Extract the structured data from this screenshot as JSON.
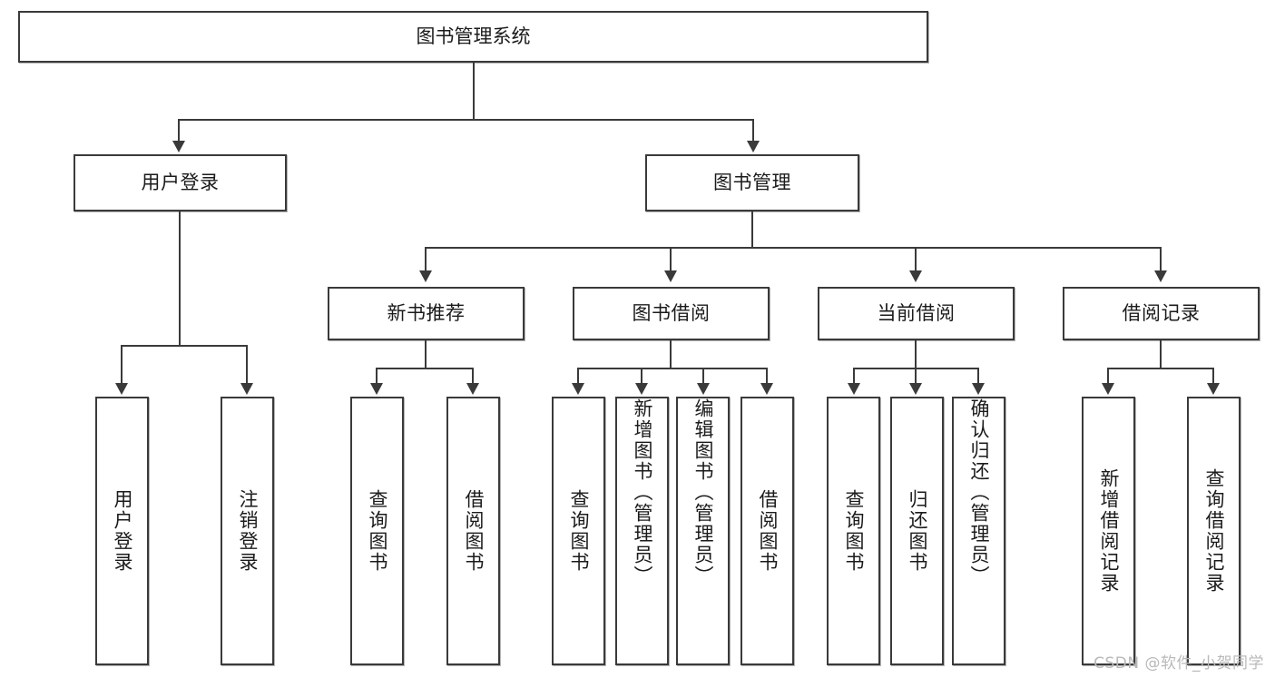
{
  "diagram": {
    "title": "图书管理系统",
    "type": "tree-hierarchy-chart",
    "root": {
      "label": "图书管理系统"
    },
    "level2": [
      {
        "label": "用户登录"
      },
      {
        "label": "图书管理"
      }
    ],
    "level3": [
      {
        "label": "新书推荐"
      },
      {
        "label": "图书借阅"
      },
      {
        "label": "当前借阅"
      },
      {
        "label": "借阅记录"
      }
    ],
    "leaves": {
      "user_login": [
        {
          "label": "用户登录"
        },
        {
          "label": "注销登录"
        }
      ],
      "new_book_recommend": [
        {
          "label": "查询图书"
        },
        {
          "label": "借阅图书"
        }
      ],
      "book_borrow": [
        {
          "label": "查询图书"
        },
        {
          "label": "新增图书（管理员）"
        },
        {
          "label": "编辑图书（管理员）"
        },
        {
          "label": "借阅图书"
        }
      ],
      "current_borrow": [
        {
          "label": "查询图书"
        },
        {
          "label": "归还图书"
        },
        {
          "label": "确认归还（管理员）"
        }
      ],
      "borrow_record": [
        {
          "label": "新增借阅记录"
        },
        {
          "label": "查询借阅记录"
        }
      ]
    }
  },
  "watermark": {
    "text": "CSDN @软件_小贺同学"
  },
  "colors": {
    "stroke": "#3a3a3a",
    "fill": "#ffffff",
    "text": "#1b1b1b",
    "watermark": "#b9b9b9"
  }
}
